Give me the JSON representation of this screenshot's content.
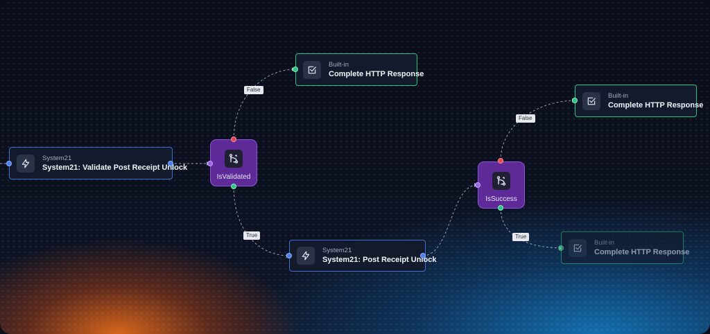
{
  "nodes": {
    "validate": {
      "subtitle": "System21",
      "title": "System21: Validate Post Receipt Unlock"
    },
    "is_validated": {
      "label": "IsValidated"
    },
    "response_top": {
      "subtitle": "Built-in",
      "title": "Complete HTTP Response"
    },
    "post_unlock": {
      "subtitle": "System21",
      "title": "System21: Post Receipt Unlock"
    },
    "is_success": {
      "label": "IsSuccess"
    },
    "response_right": {
      "subtitle": "Built-in",
      "title": "Complete HTTP Response"
    },
    "response_faded": {
      "subtitle": "Built-in",
      "title": "Complete HTTP Response"
    }
  },
  "edges": {
    "validated_false": "False",
    "validated_true": "True",
    "success_false": "False",
    "success_true": "True"
  },
  "icons": {
    "action": "lightning-icon",
    "builtin": "checkbox-icon",
    "condition": "branch-icon"
  },
  "colors": {
    "action_border": "#3b6fd2",
    "builtin_border": "#2ec27e",
    "condition_fill": "#5d2a98",
    "true_port": "#30c27f",
    "false_port": "#e24850"
  }
}
